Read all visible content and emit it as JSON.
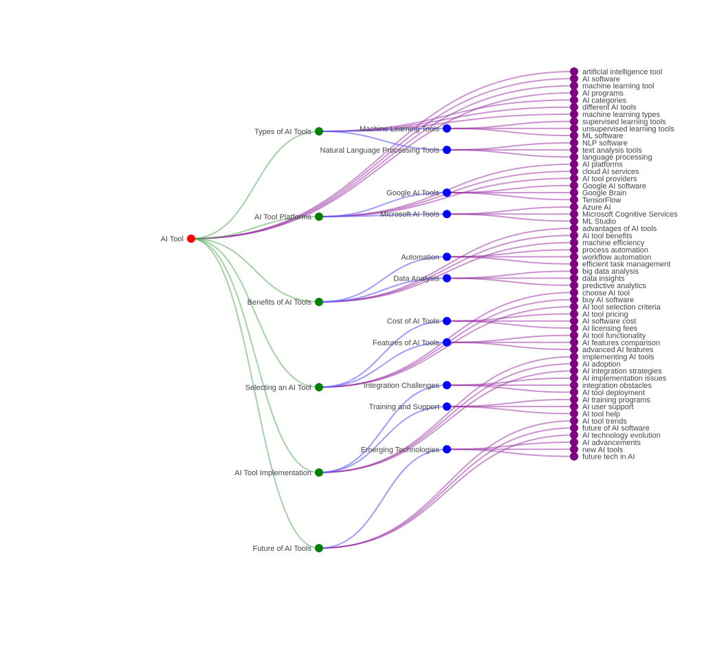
{
  "colors": {
    "root": "#ff0000",
    "level1": "#008000",
    "level2": "#0000ff",
    "leaf": "#800080",
    "edge_level1": "rgba(90,170,90,0.55)",
    "edge_level2": "rgba(90,90,255,0.6)",
    "edge_leaf": "rgba(150,40,160,0.5)"
  },
  "tree": {
    "label": "AI Tool",
    "leaves": [
      "artificial intelligence tool",
      "AI software",
      "machine learning tool",
      "AI programs"
    ],
    "children": [
      {
        "label": "Types of AI Tools",
        "leaves": [
          "AI categories",
          "different AI tools",
          "machine learning types"
        ],
        "children": [
          {
            "label": "Machine Learning Tools",
            "leaves": [
              "supervised learning tools",
              "unsupervised learning tools",
              "ML software"
            ]
          },
          {
            "label": "Natural Language Processing Tools",
            "leaves": [
              "NLP software",
              "text analysis tools",
              "language processing"
            ]
          }
        ]
      },
      {
        "label": "AI Tool Platforms",
        "leaves": [
          "AI platforms",
          "cloud AI services",
          "AI tool providers"
        ],
        "children": [
          {
            "label": "Google AI Tools",
            "leaves": [
              "Google AI software",
              "Google Brain",
              "TensorFlow"
            ]
          },
          {
            "label": "Microsoft AI Tools",
            "leaves": [
              "Azure AI",
              "Microsoft Cognitive Services",
              "ML Studio"
            ]
          }
        ]
      },
      {
        "label": "Benefits of AI Tools",
        "leaves": [
          "advantages of AI tools",
          "AI tool benefits",
          "machine efficiency"
        ],
        "children": [
          {
            "label": "Automation",
            "leaves": [
              "process automation",
              "workflow automation",
              "efficient task management"
            ]
          },
          {
            "label": "Data Analysis",
            "leaves": [
              "big data analysis",
              "data insights",
              "predictive analytics"
            ]
          }
        ]
      },
      {
        "label": "Selecting an AI Tool",
        "leaves": [
          "choose AI tool",
          "buy AI software",
          "AI tool selection criteria"
        ],
        "children": [
          {
            "label": "Cost of AI Tools",
            "leaves": [
              "AI tool pricing",
              "AI software cost",
              "AI licensing fees"
            ]
          },
          {
            "label": "Features of AI Tools",
            "leaves": [
              "AI tool functionality",
              "AI features comparison",
              "advanced AI features"
            ]
          }
        ]
      },
      {
        "label": "AI Tool Implementation",
        "leaves": [
          "implementing AI tools",
          "AI adoption",
          "AI integration strategies"
        ],
        "children": [
          {
            "label": "Integration Challenges",
            "leaves": [
              "AI implementation issues",
              "integration obstacles",
              "AI tool deployment"
            ]
          },
          {
            "label": "Training and Support",
            "leaves": [
              "AI training programs",
              "AI user support",
              "AI tool help"
            ]
          }
        ]
      },
      {
        "label": "Future of AI Tools",
        "leaves": [
          "AI tool trends",
          "future of AI software",
          "AI technology evolution"
        ],
        "children": [
          {
            "label": "Emerging Technologies",
            "leaves": [
              "AI advancements",
              "new AI tools",
              "future tech in AI"
            ]
          }
        ]
      }
    ]
  }
}
